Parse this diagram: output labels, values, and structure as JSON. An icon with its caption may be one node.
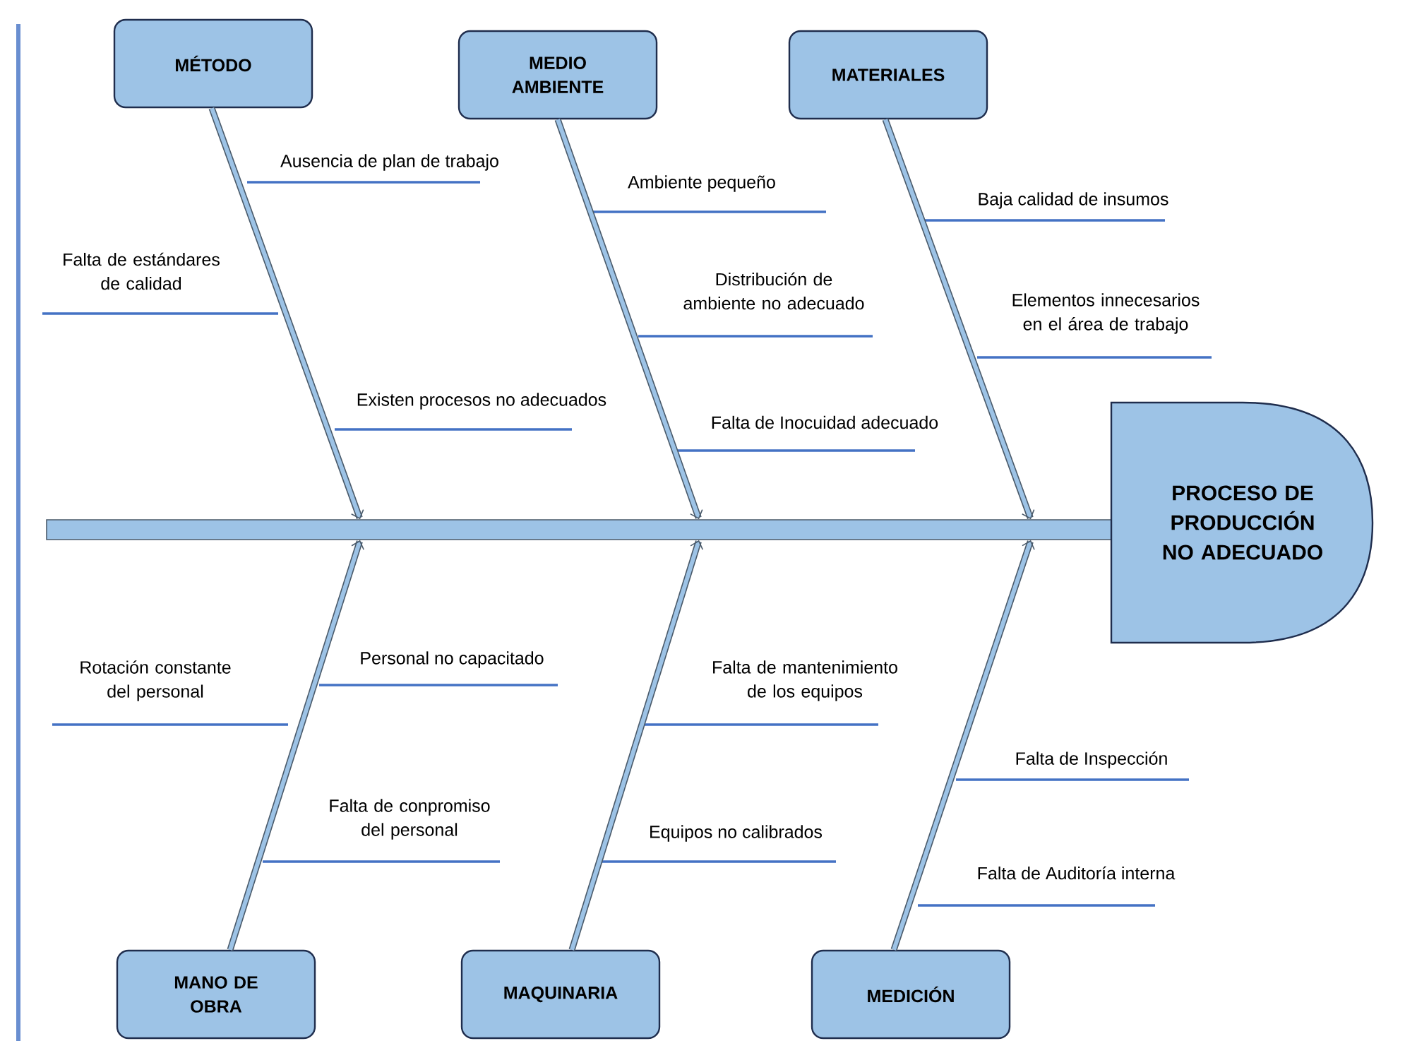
{
  "diagram": {
    "nodes": [
      {
        "text": [
          "MÉTODO"
        ]
      },
      {
        "text": [
          "MEDIO AMBIENTE"
        ]
      },
      {
        "text": [
          "MATERIALES"
        ]
      },
      {
        "text": [],
        "shape": "bar"
      },
      {
        "text": [
          "PROCESO DE PRODUCCIÓN NO ADECUADO"
        ]
      },
      {
        "text": [
          "MANO DE OBRA"
        ]
      },
      {
        "text": [
          "MAQUINARIA"
        ]
      },
      {
        "text": [
          "MEDICIÓN"
        ]
      }
    ],
    "edges": [
      {
        "from": 0,
        "to": 3,
        "arrow": "to"
      },
      {
        "from": 1,
        "to": 3,
        "arrow": "to"
      },
      {
        "from": 2,
        "to": 3,
        "arrow": "to"
      },
      {
        "from": 5,
        "to": 3,
        "arrow": "to"
      },
      {
        "from": 6,
        "to": 3,
        "arrow": "to"
      },
      {
        "from": 7,
        "to": 3,
        "arrow": "to"
      }
    ],
    "labels": [
      "Ausencia de plan de trabajo",
      "Ambiente pequeño",
      "Baja calidad de insumos",
      "Falta de estándares de calidad",
      "Distribución de ambiente no adecuado",
      "Elementos innecesarios en el área de trabajo",
      "Existen procesos no adecuados",
      "Falta de Inocuidad adecuado",
      "Personal no capacitado",
      "Rotación constante del personal",
      "Falta de mantenimiento de los equipos",
      "Falta de Inspección",
      "Falta de conpromiso del personal",
      "Equipos no calibrados",
      "Falta de Auditoría interna"
    ]
  }
}
